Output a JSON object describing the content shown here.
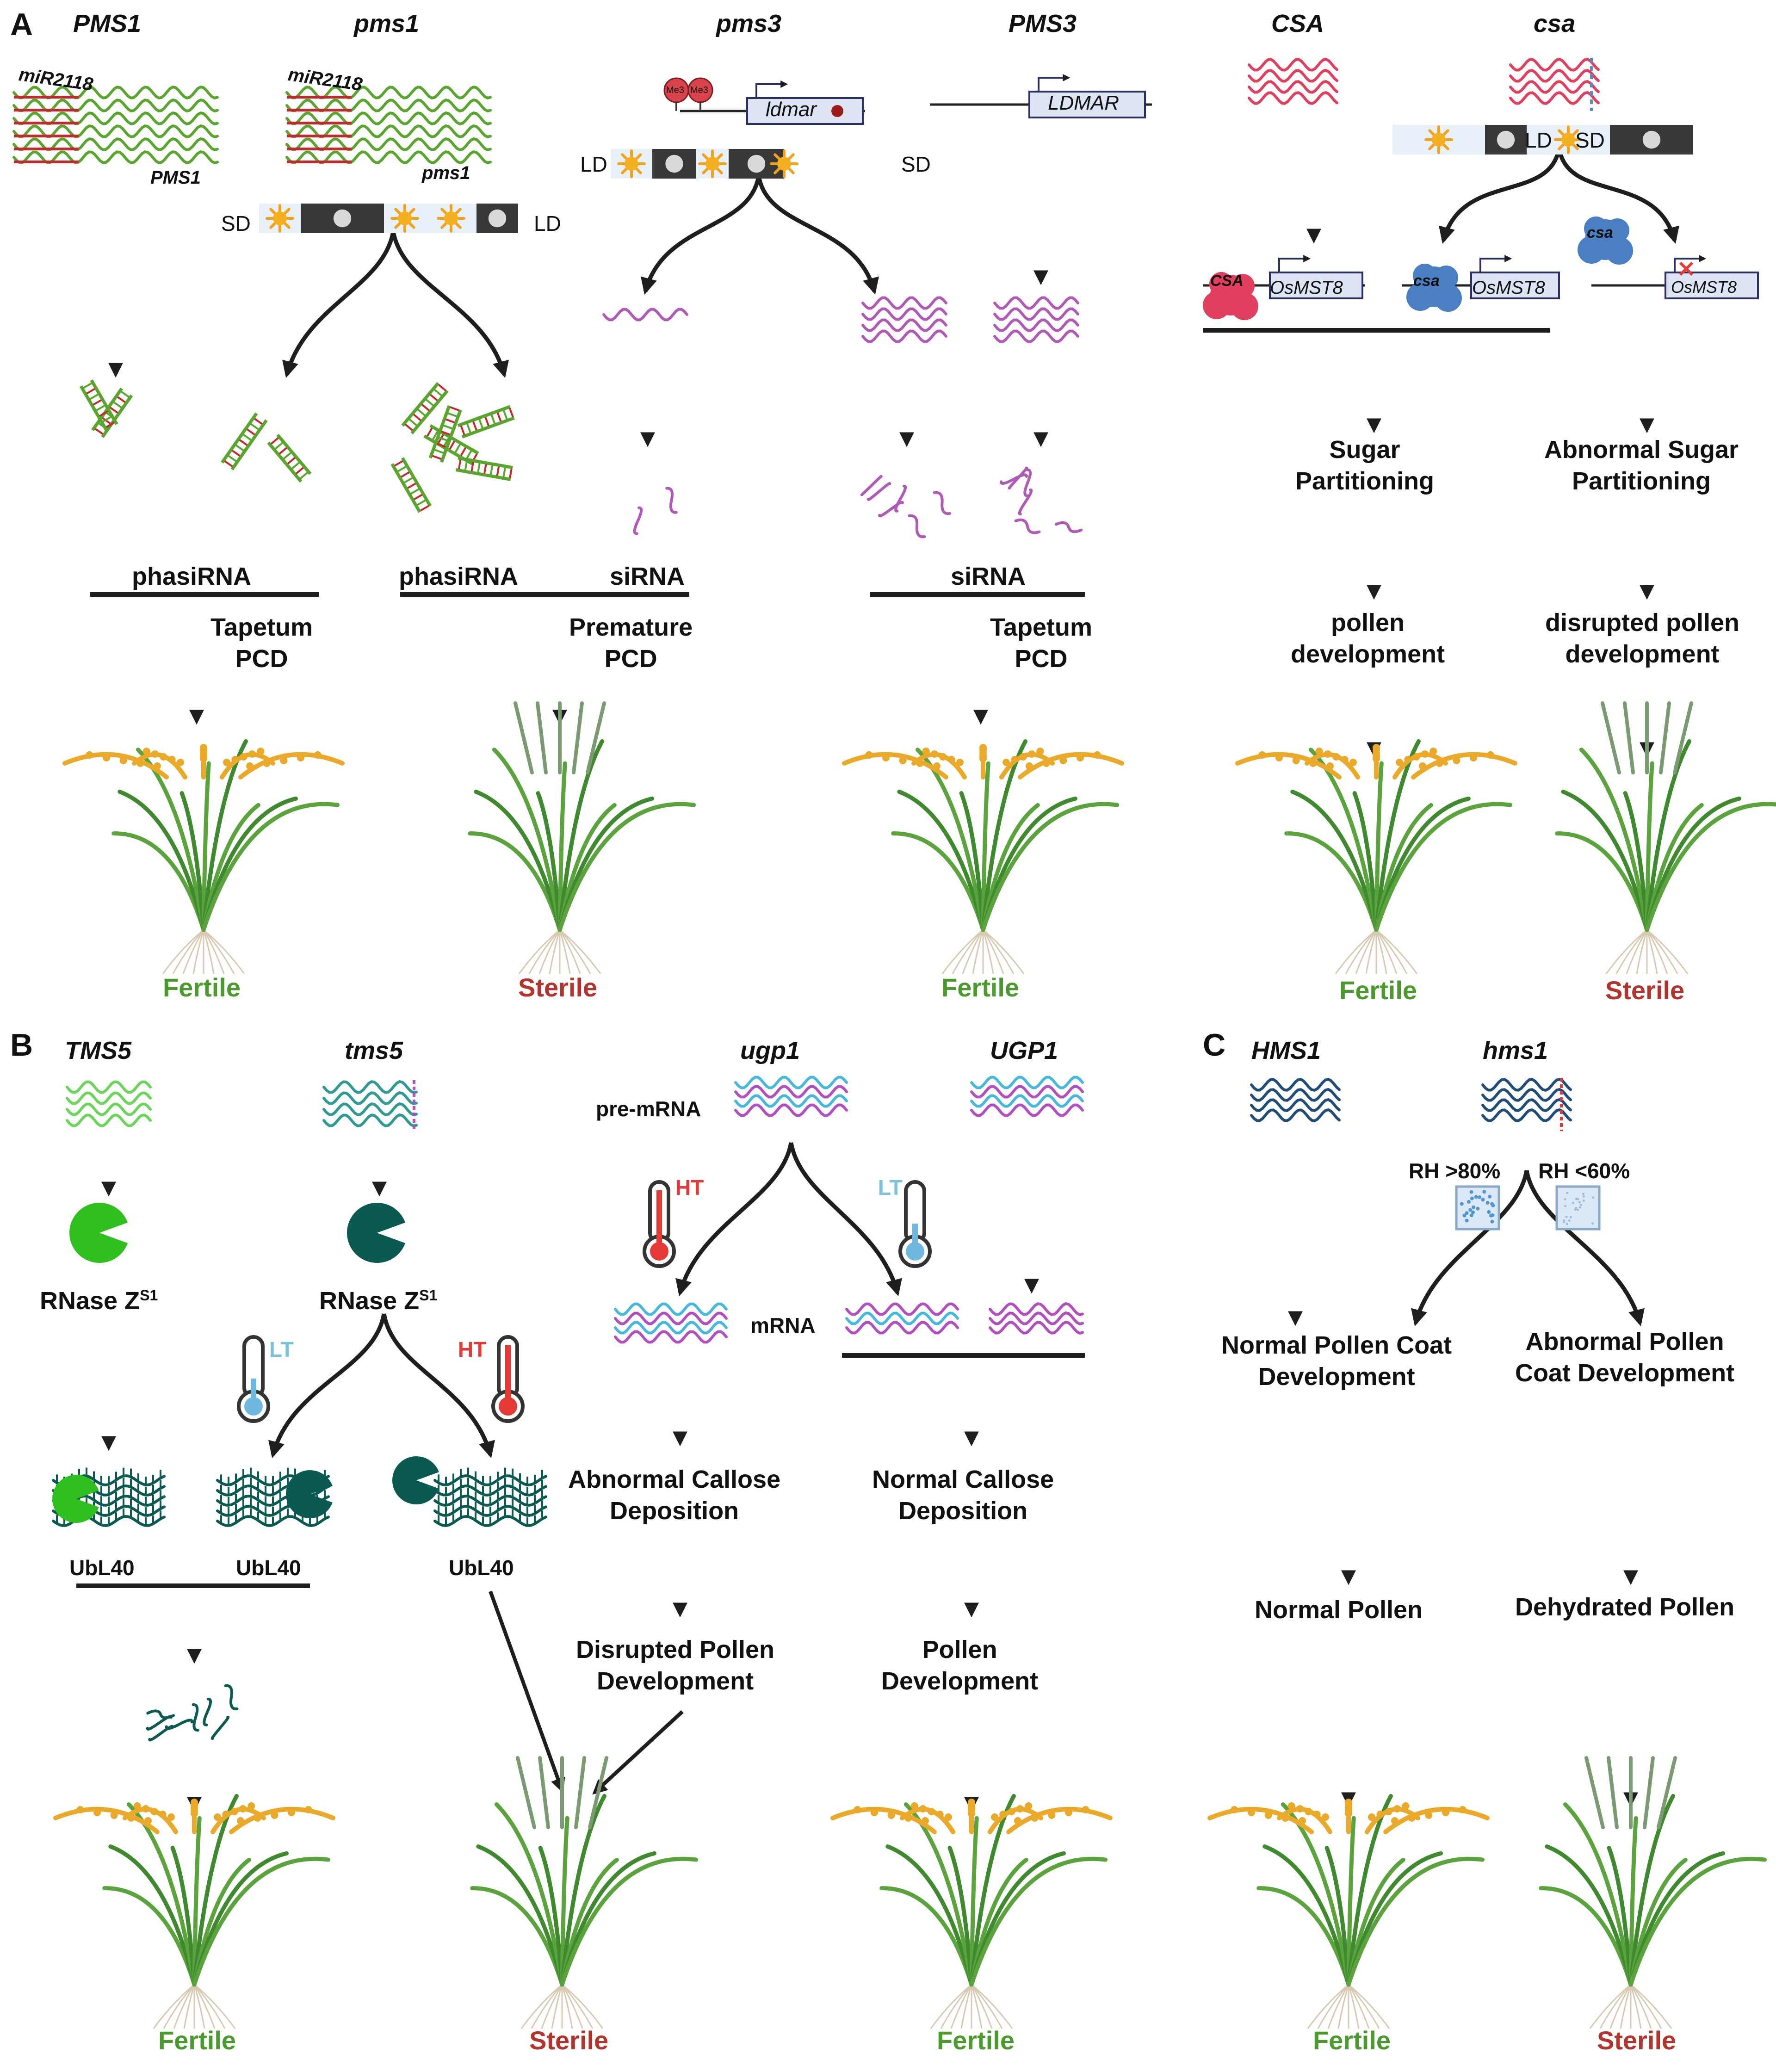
{
  "panels": {
    "a": "A",
    "b": "B",
    "c": "C"
  },
  "genes": {
    "PMS1": "PMS1",
    "pms1": "pms1",
    "pms3": "pms3",
    "PMS3": "PMS3",
    "CSA": "CSA",
    "csa": "csa",
    "TMS5": "TMS5",
    "tms5": "tms5",
    "ugp1": "ugp1",
    "UGP1": "UGP1",
    "HMS1": "HMS1",
    "hms1": "hms1"
  },
  "mirna": {
    "label": "miR2118",
    "target_wt": "PMS1",
    "target_mut": "pms1"
  },
  "photoperiod": {
    "sd": "SD",
    "ld": "LD"
  },
  "promoters": {
    "ldmar_mut": "ldmar",
    "ldmar_wt": "LDMAR",
    "me3": "Me3",
    "osmst8": "OsMST8",
    "csa_protein": "CSA",
    "csa_mut_protein": "csa"
  },
  "panel_a_labels": {
    "phasirna": "phasiRNA",
    "sirna": "siRNA",
    "tapetum_pcd": "Tapetum\nPCD",
    "premature_pcd": "Premature\nPCD",
    "sugar": "Sugar\nPartitioning",
    "abnormal_sugar": "Abnormal Sugar\nPartitioning",
    "pollen_dev": "pollen\ndevelopment",
    "disrupted_pollen_dev": "disrupted pollen\ndevelopment"
  },
  "panel_b_labels": {
    "rnase": "RNase Z",
    "rnase_sup": "S1",
    "ubl40": "UbL40",
    "lt": "LT",
    "ht": "HT",
    "pre_mrna": "pre-mRNA",
    "mrna": "mRNA",
    "abnormal_callose": "Abnormal Callose\nDeposition",
    "normal_callose": "Normal Callose\nDeposition",
    "disrupted_pollen": "Disrupted Pollen\nDevelopment",
    "pollen_development": "Pollen\nDevelopment"
  },
  "panel_c_labels": {
    "rh_high": "RH >80%",
    "rh_low": "RH <60%",
    "normal_coat": "Normal Pollen Coat\nDevelopment",
    "abnormal_coat": "Abnormal Pollen\nCoat Development",
    "normal_pollen": "Normal Pollen",
    "dehydrated_pollen": "Dehydrated Pollen"
  },
  "outcomes": {
    "fertile": "Fertile",
    "sterile": "Sterile"
  },
  "colors": {
    "fertile": "#4a9a2e",
    "sterile": "#b3342c",
    "sirna": "#b05ab8",
    "csa_red": "#e0405e",
    "csa_blue": "#4a7fc4",
    "tms5_green": "#2fbf1f",
    "tms5_dark": "#0b5a52",
    "ugp_cyan": "#46b8dc",
    "ugp_magenta": "#b14fbe",
    "hms_navy": "#1f4d78",
    "rna_green": "#58a62e",
    "rna_red": "#c4282c"
  }
}
